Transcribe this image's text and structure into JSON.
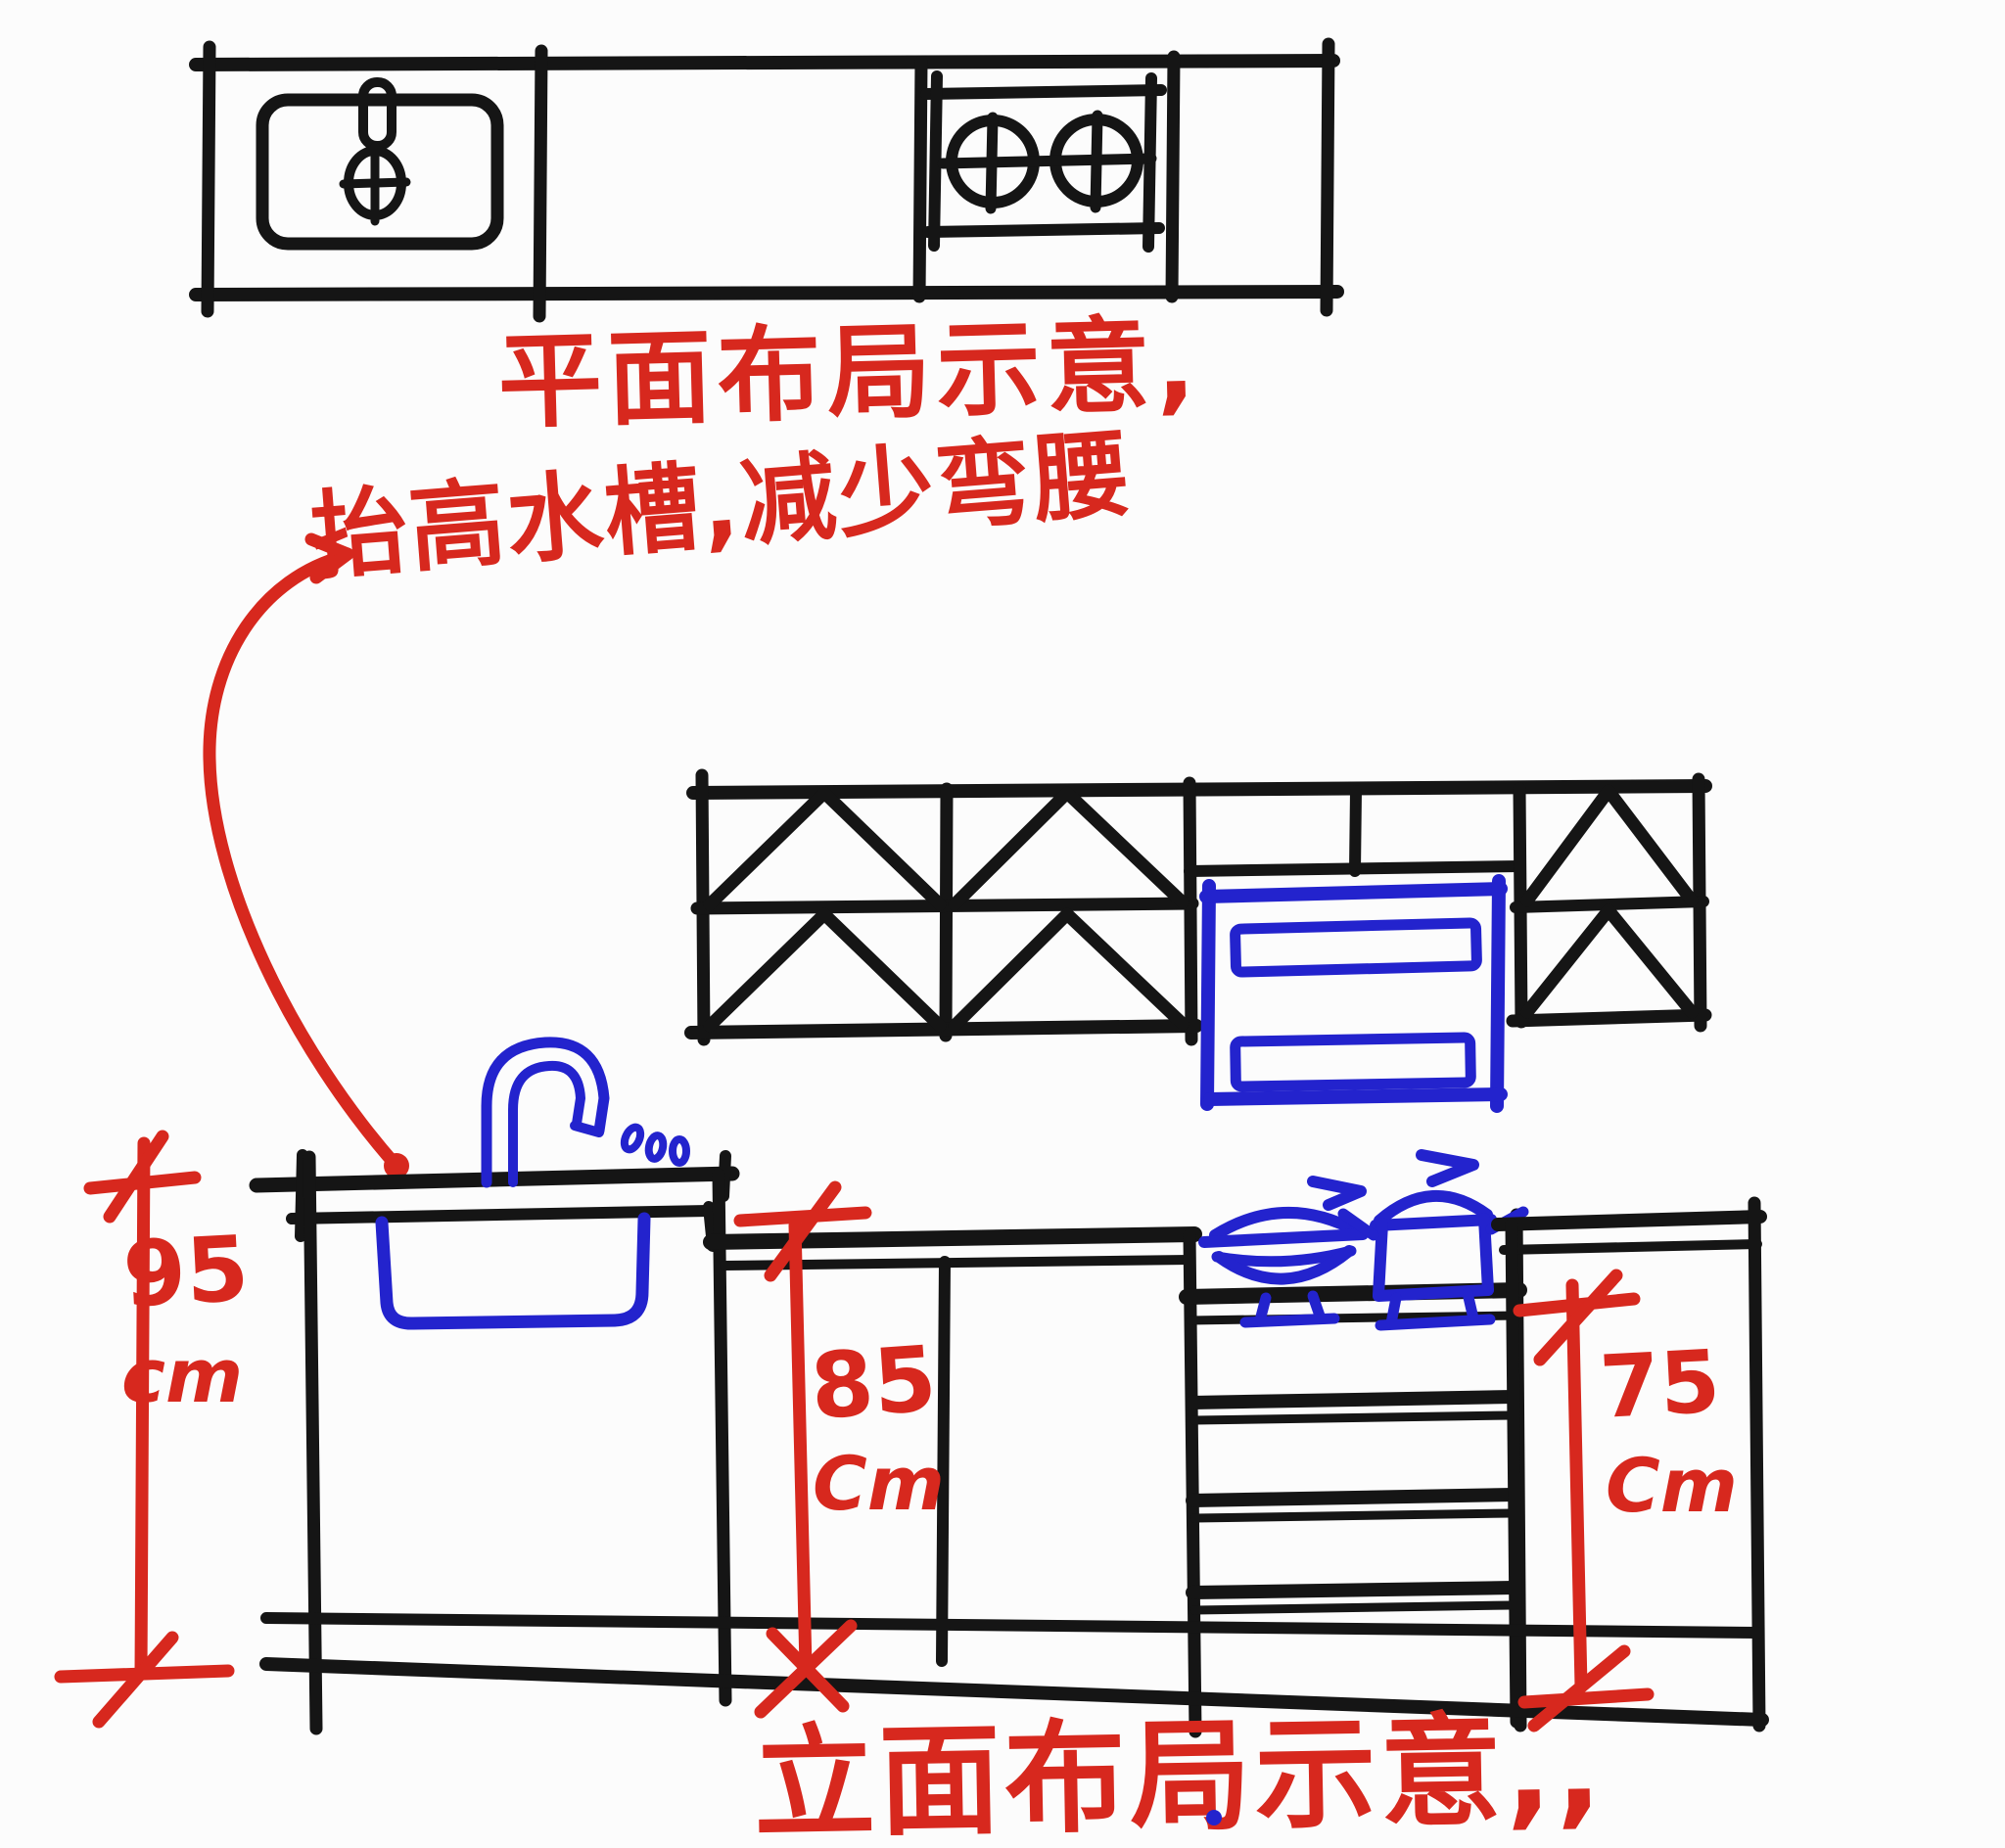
{
  "colors": {
    "ink": "#151515",
    "red": "#d7281e",
    "blue": "#2323cd",
    "paper": "#fcfcfc"
  },
  "plan_view": {
    "title": "平面布局示意,"
  },
  "note": {
    "text": "抬高水槽,减少弯腰"
  },
  "elevation_view": {
    "title": "立面布局示意,,"
  },
  "dimensions": {
    "sink_counter_height": {
      "value": "95",
      "unit": "cm"
    },
    "main_counter_height": {
      "value": "85",
      "unit": "Cm"
    },
    "side_counter_height": {
      "value": "75",
      "unit": "Cm"
    }
  }
}
